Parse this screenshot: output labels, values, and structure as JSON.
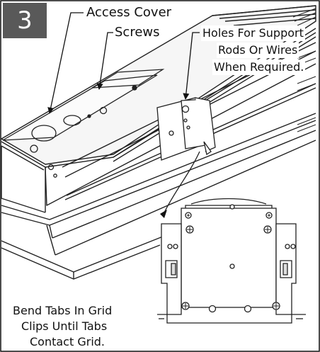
{
  "step_number": "3",
  "labels": {
    "access_cover_line1": "Access Cover",
    "access_cover_line2": "Screws",
    "holes_line1": "Holes For Support",
    "holes_line2": "Rods Or Wires",
    "holes_line3": "When Required.",
    "bend_line1": "Bend Tabs In Grid",
    "bend_line2": "Clips Until Tabs",
    "bend_line3": "Contact Grid."
  }
}
